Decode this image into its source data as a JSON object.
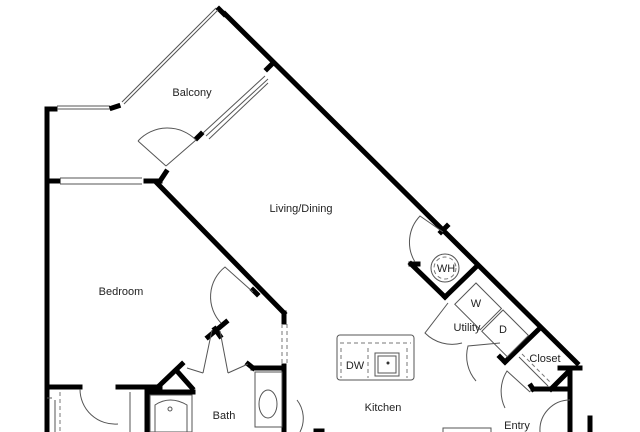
{
  "plan": {
    "rooms": {
      "balcony": "Balcony",
      "living_dining": "Living/Dining",
      "bedroom": "Bedroom",
      "bath": "Bath",
      "kitchen": "Kitchen",
      "entry": "Entry",
      "closet": "Closet",
      "utility": "Utility"
    },
    "fixtures": {
      "water_heater": "WH",
      "washer": "W",
      "dryer": "D",
      "dishwasher": "DW"
    }
  }
}
